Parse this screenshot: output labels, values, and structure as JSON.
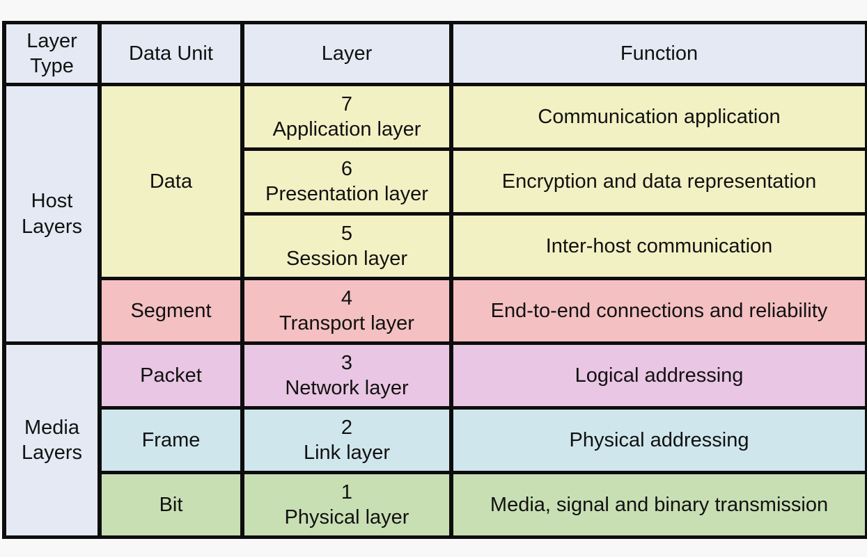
{
  "page": {
    "background": "#f8f8f8",
    "border_color": "#0d0d0d",
    "text_color": "#111111"
  },
  "table": {
    "header_bg": "#e4e9f4",
    "headers": {
      "layer_type": "Layer Type",
      "data_unit": "Data Unit",
      "layer": "Layer",
      "function": "Function"
    },
    "layer_types": [
      {
        "label": "Host Layers",
        "bg": "#e4e9f4"
      },
      {
        "label": "Media Layers",
        "bg": "#e4e9f4"
      }
    ],
    "data_units": [
      {
        "label": "Data",
        "bg": "#f2f1c4"
      },
      {
        "label": "Segment",
        "bg": "#f4c0c2"
      },
      {
        "label": "Packet",
        "bg": "#e9c6e3"
      },
      {
        "label": "Frame",
        "bg": "#cfe6ec"
      },
      {
        "label": "Bit",
        "bg": "#c8dfb3"
      }
    ],
    "layers": [
      {
        "number": "7",
        "name": "Application layer",
        "function": "Communication application",
        "bg": "#f2f1c4"
      },
      {
        "number": "6",
        "name": "Presentation layer",
        "function": "Encryption and data representation",
        "bg": "#f2f1c4"
      },
      {
        "number": "5",
        "name": "Session layer",
        "function": "Inter-host communication",
        "bg": "#f2f1c4"
      },
      {
        "number": "4",
        "name": "Transport layer",
        "function": "End-to-end connections and reliability",
        "bg": "#f4c0c2"
      },
      {
        "number": "3",
        "name": "Network layer",
        "function": "Logical addressing",
        "bg": "#e9c6e3"
      },
      {
        "number": "2",
        "name": "Link layer",
        "function": "Physical addressing",
        "bg": "#cfe6ec"
      },
      {
        "number": "1",
        "name": "Physical layer",
        "function": "Media, signal and binary transmission",
        "bg": "#c8dfb3"
      }
    ]
  }
}
